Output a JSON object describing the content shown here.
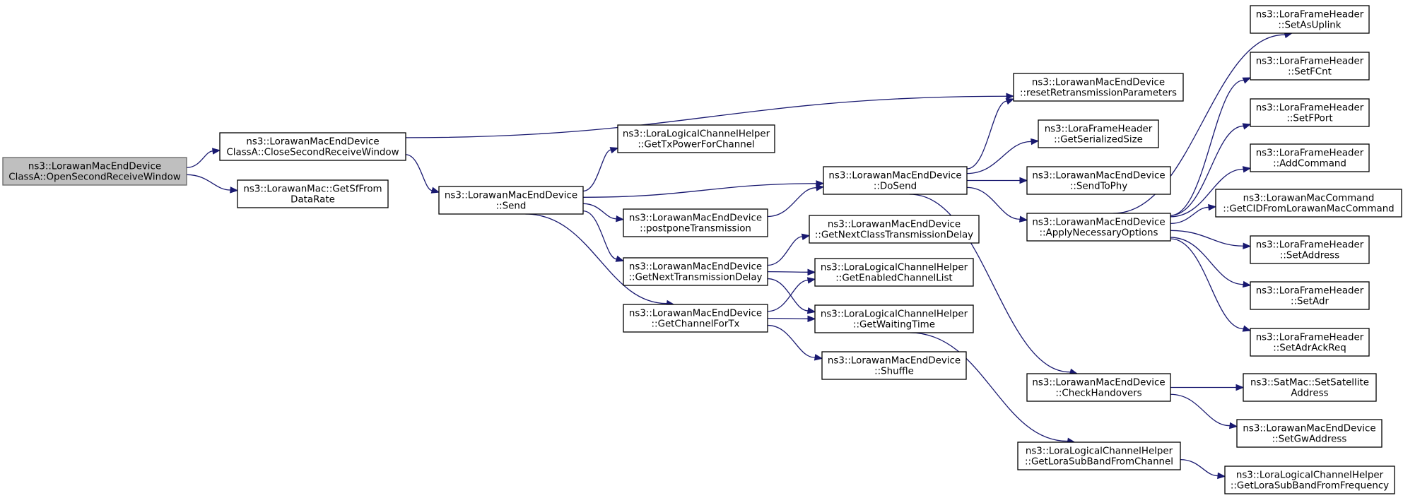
{
  "graph": {
    "nodes": [
      {
        "id": "n0",
        "name": "node-open-second-receive-window",
        "lines": [
          "ns3::LorawanMacEndDevice",
          "ClassA::OpenSecondReceiveWindow"
        ],
        "root": true
      },
      {
        "id": "n1",
        "name": "node-close-second-receive-window",
        "lines": [
          "ns3::LorawanMacEndDevice",
          "ClassA::CloseSecondReceiveWindow"
        ]
      },
      {
        "id": "n2",
        "name": "node-get-sf-from-data-rate",
        "lines": [
          "ns3::LorawanMac::GetSfFrom",
          "DataRate"
        ]
      },
      {
        "id": "n3",
        "name": "node-reset-retransmission-parameters",
        "lines": [
          "ns3::LorawanMacEndDevice",
          "::resetRetransmissionParameters"
        ]
      },
      {
        "id": "n4",
        "name": "node-send",
        "lines": [
          "ns3::LorawanMacEndDevice",
          "::Send"
        ]
      },
      {
        "id": "n5",
        "name": "node-get-tx-power-for-channel",
        "lines": [
          "ns3::LoraLogicalChannelHelper",
          "::GetTxPowerForChannel"
        ]
      },
      {
        "id": "n6",
        "name": "node-do-send",
        "lines": [
          "ns3::LorawanMacEndDevice",
          "::DoSend"
        ]
      },
      {
        "id": "n7",
        "name": "node-postpone-transmission",
        "lines": [
          "ns3::LorawanMacEndDevice",
          "::postponeTransmission"
        ]
      },
      {
        "id": "n8",
        "name": "node-get-next-transmission-delay",
        "lines": [
          "ns3::LorawanMacEndDevice",
          "::GetNextTransmissionDelay"
        ]
      },
      {
        "id": "n9",
        "name": "node-get-channel-for-tx",
        "lines": [
          "ns3::LorawanMacEndDevice",
          "::GetChannelForTx"
        ]
      },
      {
        "id": "n10",
        "name": "node-get-next-class-transmission-delay",
        "lines": [
          "ns3::LorawanMacEndDevice",
          "::GetNextClassTransmissionDelay"
        ]
      },
      {
        "id": "n11",
        "name": "node-get-enabled-channel-list",
        "lines": [
          "ns3::LoraLogicalChannelHelper",
          "::GetEnabledChannelList"
        ]
      },
      {
        "id": "n12",
        "name": "node-get-waiting-time",
        "lines": [
          "ns3::LoraLogicalChannelHelper",
          "::GetWaitingTime"
        ]
      },
      {
        "id": "n13",
        "name": "node-shuffle",
        "lines": [
          "ns3::LorawanMacEndDevice",
          "::Shuffle"
        ]
      },
      {
        "id": "n14",
        "name": "node-get-serialized-size",
        "lines": [
          "ns3::LoraFrameHeader",
          "::GetSerializedSize"
        ]
      },
      {
        "id": "n15",
        "name": "node-send-to-phy",
        "lines": [
          "ns3::LorawanMacEndDevice",
          "::SendToPhy"
        ]
      },
      {
        "id": "n16",
        "name": "node-apply-necessary-options",
        "lines": [
          "ns3::LorawanMacEndDevice",
          "::ApplyNecessaryOptions"
        ]
      },
      {
        "id": "n17",
        "name": "node-check-handovers",
        "lines": [
          "ns3::LorawanMacEndDevice",
          "::CheckHandovers"
        ]
      },
      {
        "id": "n18",
        "name": "node-get-lora-sub-band-from-channel",
        "lines": [
          "ns3::LoraLogicalChannelHelper",
          "::GetLoraSubBandFromChannel"
        ]
      },
      {
        "id": "n19",
        "name": "node-set-as-uplink",
        "lines": [
          "ns3::LoraFrameHeader",
          "::SetAsUplink"
        ]
      },
      {
        "id": "n20",
        "name": "node-set-fcnt",
        "lines": [
          "ns3::LoraFrameHeader",
          "::SetFCnt"
        ]
      },
      {
        "id": "n21",
        "name": "node-set-fport",
        "lines": [
          "ns3::LoraFrameHeader",
          "::SetFPort"
        ]
      },
      {
        "id": "n22",
        "name": "node-add-command",
        "lines": [
          "ns3::LoraFrameHeader",
          "::AddCommand"
        ]
      },
      {
        "id": "n23",
        "name": "node-get-cid-from-lorawan-mac-command",
        "lines": [
          "ns3::LorawanMacCommand",
          "::GetCIDFromLorawanMacCommand"
        ]
      },
      {
        "id": "n24",
        "name": "node-set-address",
        "lines": [
          "ns3::LoraFrameHeader",
          "::SetAddress"
        ]
      },
      {
        "id": "n25",
        "name": "node-set-adr",
        "lines": [
          "ns3::LoraFrameHeader",
          "::SetAdr"
        ]
      },
      {
        "id": "n26",
        "name": "node-set-adr-ack-req",
        "lines": [
          "ns3::LoraFrameHeader",
          "::SetAdrAckReq"
        ]
      },
      {
        "id": "n27",
        "name": "node-set-satellite-address",
        "lines": [
          "ns3::SatMac::SetSatellite",
          "Address"
        ]
      },
      {
        "id": "n28",
        "name": "node-set-gw-address",
        "lines": [
          "ns3::LorawanMacEndDevice",
          "::SetGwAddress"
        ]
      },
      {
        "id": "n29",
        "name": "node-get-lora-sub-band-from-frequency",
        "lines": [
          "ns3::LoraLogicalChannelHelper",
          "::GetLoraSubBandFromFrequency"
        ]
      }
    ],
    "edges": [
      [
        "n0",
        "n1"
      ],
      [
        "n0",
        "n2"
      ],
      [
        "n1",
        "n3"
      ],
      [
        "n1",
        "n4"
      ],
      [
        "n4",
        "n5"
      ],
      [
        "n4",
        "n6"
      ],
      [
        "n4",
        "n7"
      ],
      [
        "n4",
        "n8"
      ],
      [
        "n4",
        "n9"
      ],
      [
        "n6",
        "n3"
      ],
      [
        "n6",
        "n14"
      ],
      [
        "n6",
        "n15"
      ],
      [
        "n6",
        "n16"
      ],
      [
        "n6",
        "n17"
      ],
      [
        "n7",
        "n6"
      ],
      [
        "n8",
        "n10"
      ],
      [
        "n8",
        "n11"
      ],
      [
        "n8",
        "n12"
      ],
      [
        "n9",
        "n11"
      ],
      [
        "n9",
        "n12"
      ],
      [
        "n9",
        "n13"
      ],
      [
        "n12",
        "n18"
      ],
      [
        "n16",
        "n19"
      ],
      [
        "n16",
        "n20"
      ],
      [
        "n16",
        "n21"
      ],
      [
        "n16",
        "n22"
      ],
      [
        "n16",
        "n23"
      ],
      [
        "n16",
        "n24"
      ],
      [
        "n16",
        "n25"
      ],
      [
        "n16",
        "n26"
      ],
      [
        "n17",
        "n27"
      ],
      [
        "n17",
        "n28"
      ],
      [
        "n18",
        "n29"
      ]
    ]
  }
}
